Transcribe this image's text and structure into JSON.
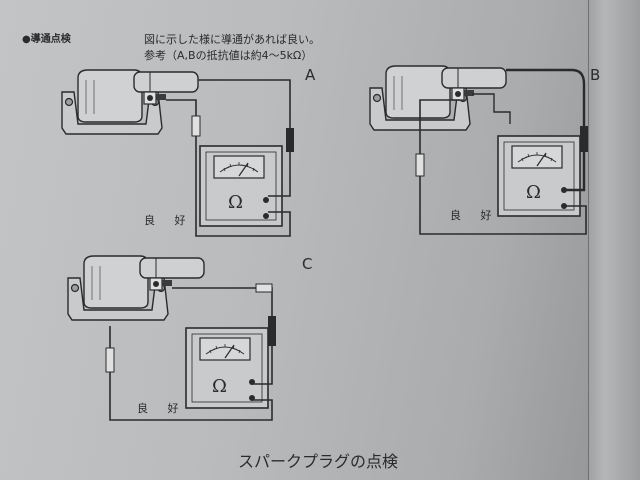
{
  "section": {
    "bullet": "●",
    "title": "導通点検"
  },
  "note": {
    "line1": "図に示した様に導通があれば良い。",
    "line2": "参考（A,Bの抵抗値は約4～5kΩ）"
  },
  "diagrams": [
    {
      "id": "A",
      "label": "A",
      "result": "良 好",
      "meter_symbol": "Ω"
    },
    {
      "id": "B",
      "label": "B",
      "result": "良 好",
      "meter_symbol": "Ω"
    },
    {
      "id": "C",
      "label": "C",
      "result": "良 好",
      "meter_symbol": "Ω"
    }
  ],
  "caption": "スパークプラグの点検",
  "colors": {
    "ink": "#2a2b2d",
    "paper": "#b9bbbd"
  }
}
